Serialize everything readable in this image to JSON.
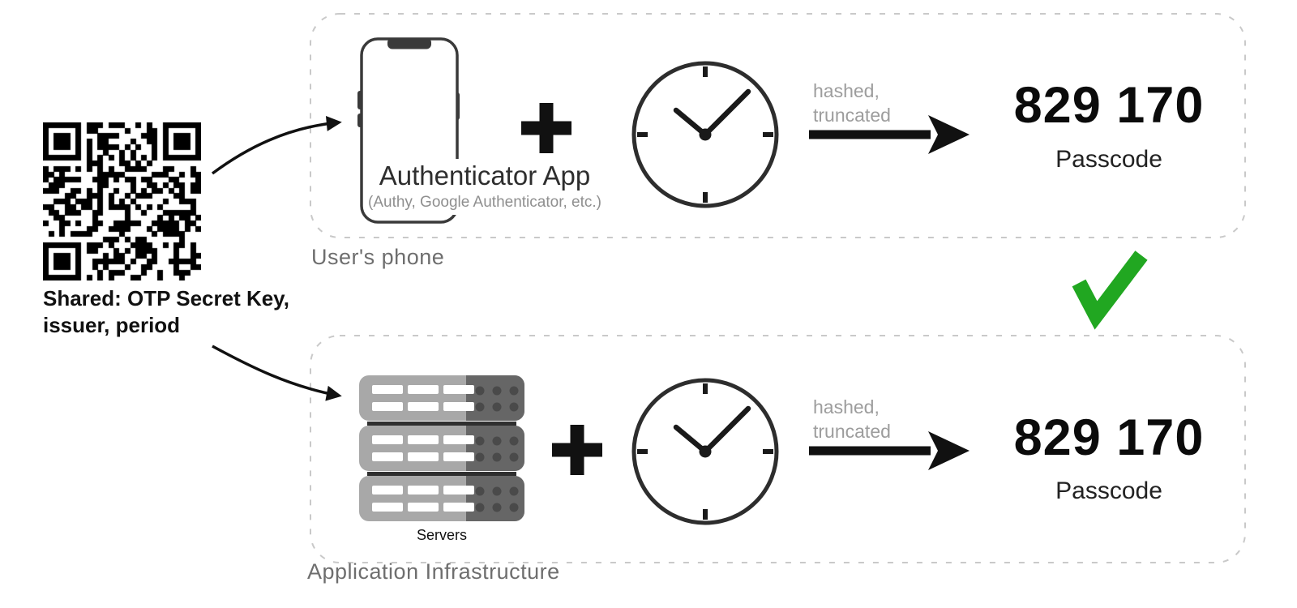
{
  "diagram": {
    "shared_secret": {
      "icon": "qr-code",
      "caption_line1": "Shared: OTP Secret Key,",
      "caption_line2": "issuer, period"
    },
    "user_phone": {
      "box_label": "User's phone",
      "device_title": "Authenticator App",
      "device_subtitle": "(Authy, Google Authenticator, etc.)",
      "operator": "+",
      "process_note_line1": "hashed,",
      "process_note_line2": "truncated",
      "passcode_value": "829 170",
      "passcode_label": "Passcode"
    },
    "application_infrastructure": {
      "box_label": "Application Infrastructure",
      "device_title": "Servers",
      "operator": "+",
      "process_note_line1": "hashed,",
      "process_note_line2": "truncated",
      "passcode_value": "829 170",
      "passcode_label": "Passcode"
    },
    "icons": {
      "shared": "qr-code",
      "phone": "smartphone",
      "time": "analog-clock",
      "combine": "plus-sign",
      "transform": "right-arrow",
      "match": "green-checkmark",
      "backend": "server-stack"
    },
    "colors": {
      "check_green": "#21a721",
      "ink": "#111111",
      "muted_text": "#6e6e6e",
      "faint_text": "#9d9d9d",
      "dash_border": "#c9c9c9",
      "server_light": "#a8a8a8",
      "server_dark": "#666666",
      "device_stroke": "#3a3a3a"
    }
  }
}
